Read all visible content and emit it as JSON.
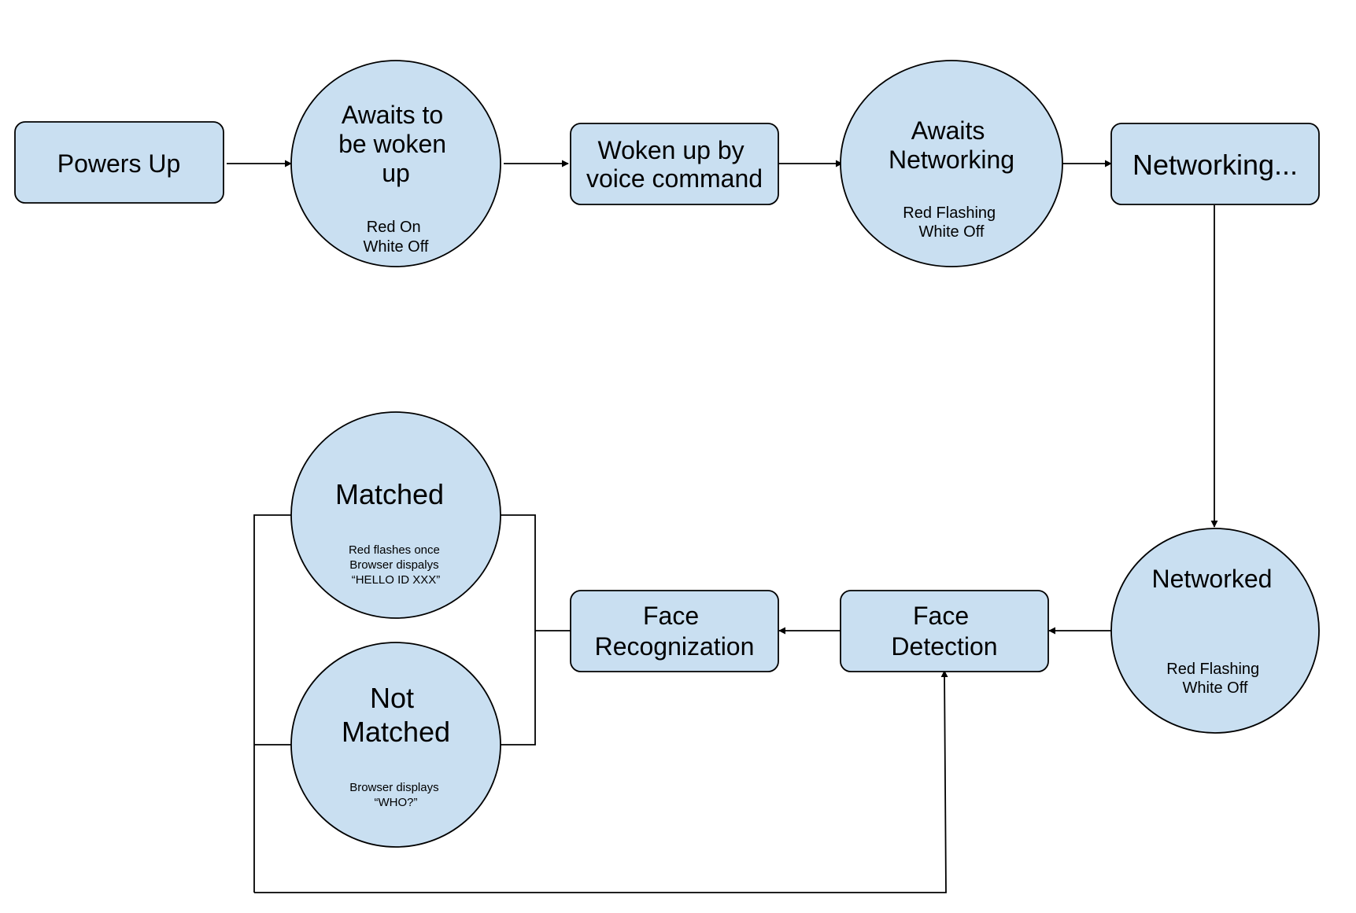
{
  "colors": {
    "node_fill": "#c9dff1",
    "stroke": "#000000"
  },
  "nodes": {
    "powers_up": {
      "title": "Powers Up"
    },
    "awaits_woken": {
      "title": [
        "Awaits to",
        "be woken",
        "up"
      ],
      "status": [
        "Red On",
        "White Off"
      ]
    },
    "woken_voice": {
      "title": [
        "Woken up by",
        "voice command"
      ]
    },
    "awaits_networking": {
      "title": [
        "Awaits",
        "Networking"
      ],
      "status": [
        "Red Flashing",
        "White Off"
      ]
    },
    "networking": {
      "title": "Networking..."
    },
    "networked": {
      "title": "Networked",
      "status": [
        "Red Flashing",
        "White Off"
      ]
    },
    "face_detection": {
      "title": [
        "Face",
        "Detection"
      ]
    },
    "face_recognization": {
      "title": [
        "Face",
        "Recognization"
      ]
    },
    "matched": {
      "title": "Matched",
      "status": [
        "Red flashes once",
        "Browser dispalys",
        "“HELLO ID XXX”"
      ]
    },
    "not_matched": {
      "title": [
        "Not",
        "Matched"
      ],
      "status": [
        "Browser displays",
        "“WHO?”"
      ]
    }
  }
}
